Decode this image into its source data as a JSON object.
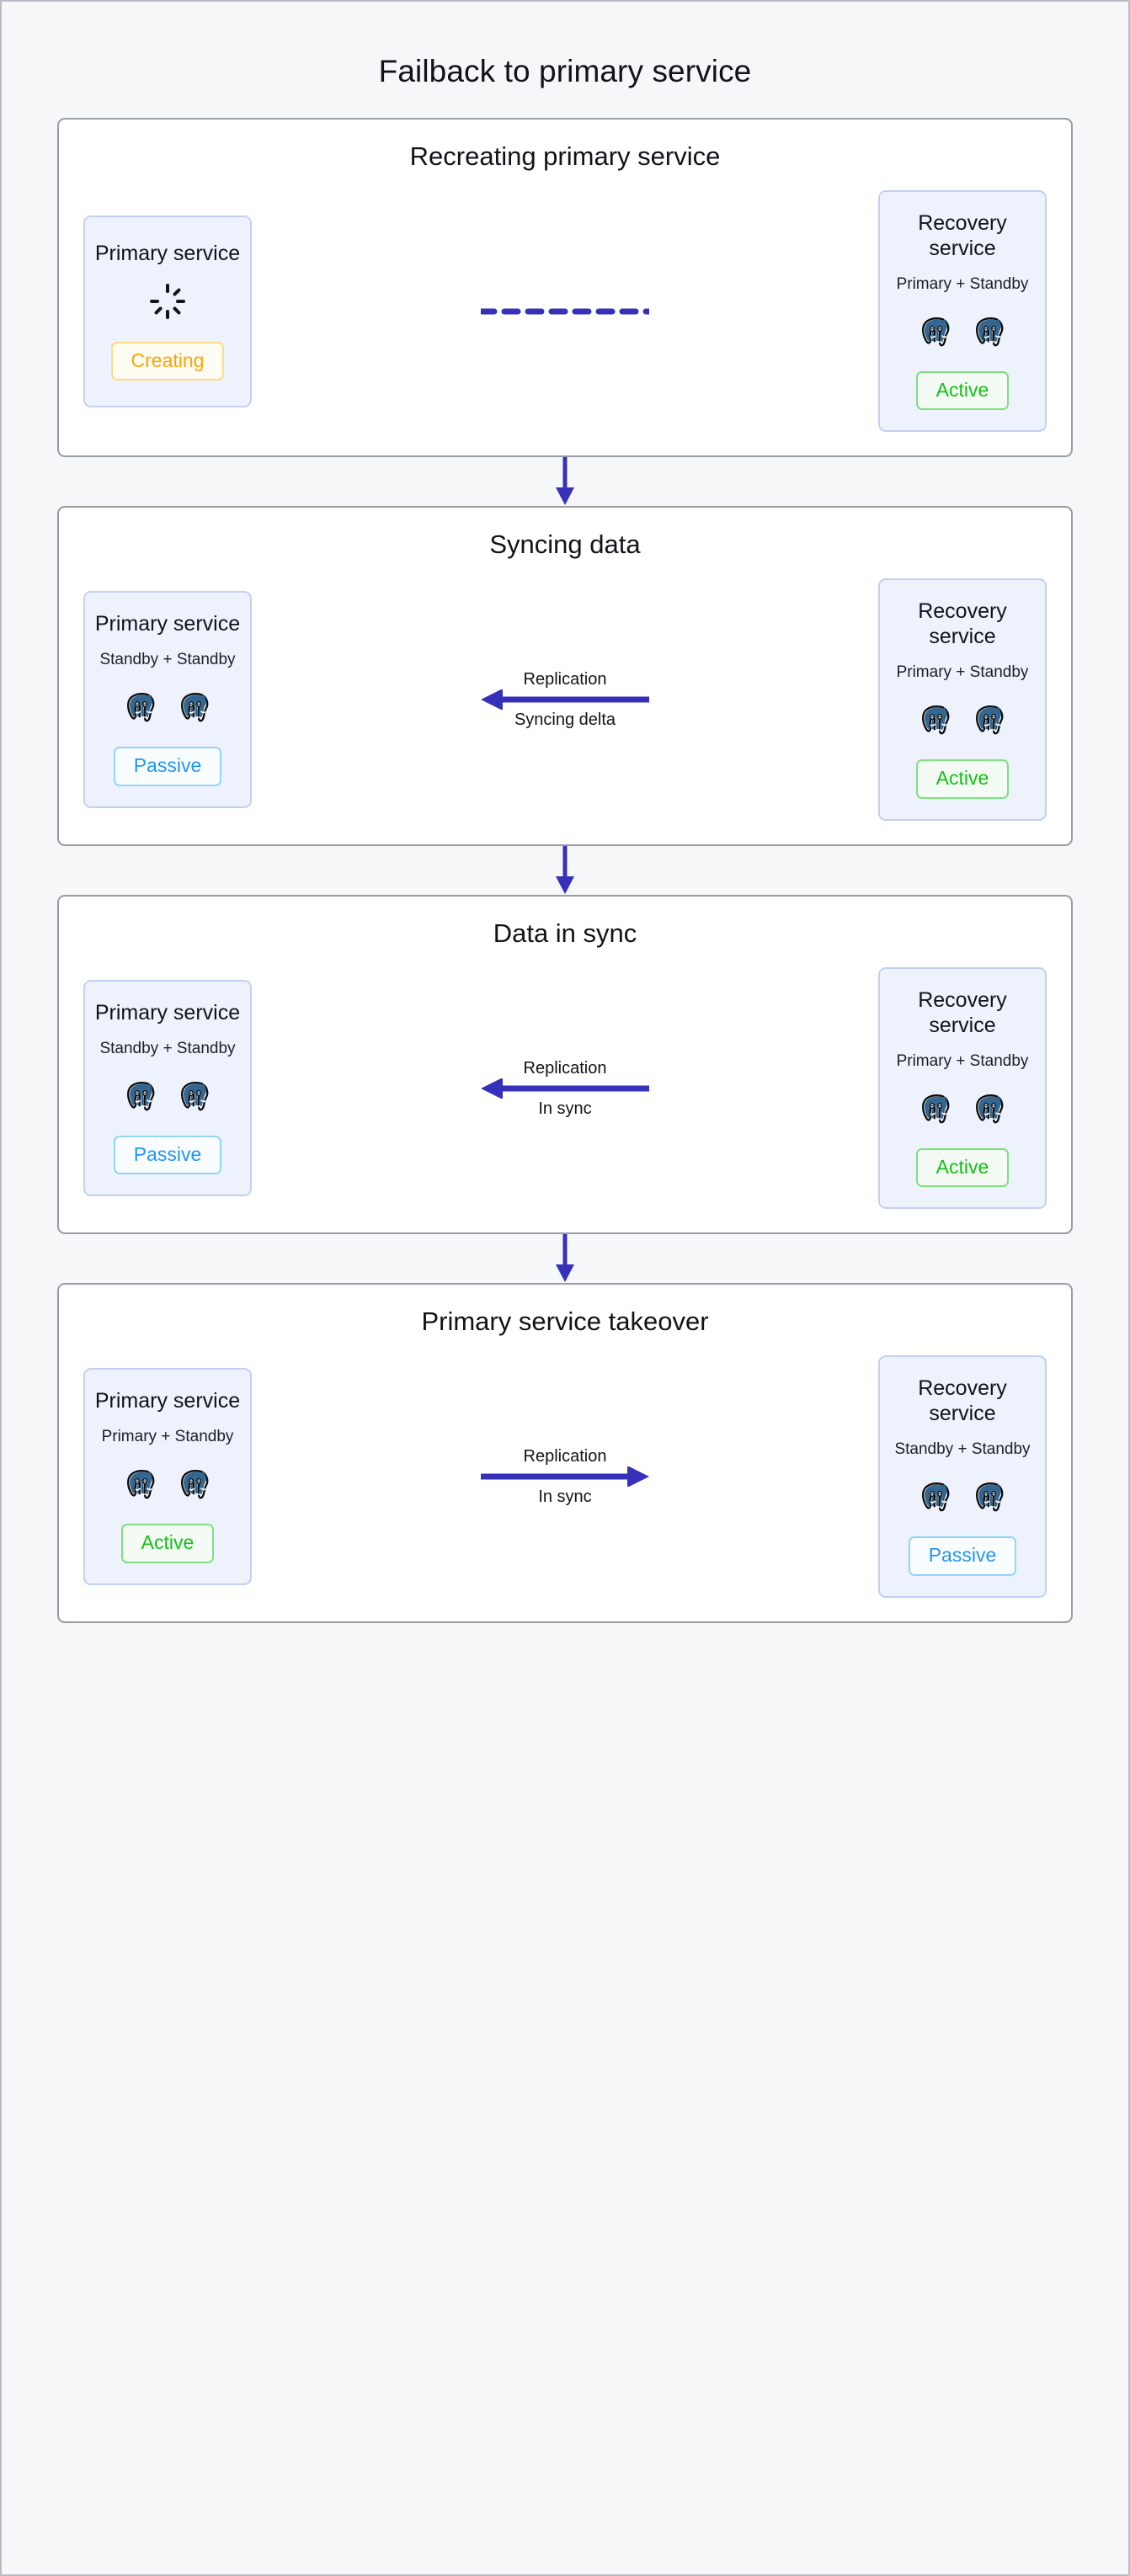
{
  "page": {
    "title": "Failback to primary service",
    "accent_arrow_color": "#3730b8",
    "active_color": "#13c016",
    "passive_color": "#2196f3",
    "creating_color": "#ffa303",
    "card_bg": "#eef2fd",
    "card_border": "#c3d0f3",
    "stage_border": "#9a9ba3",
    "background": "#f6f7f9"
  },
  "stages": [
    {
      "title": "Recreating primary service",
      "left": {
        "title": "Primary service",
        "subtitle": "",
        "nodes": 0,
        "spinner": true,
        "badge": "Creating",
        "badge_state": "creating"
      },
      "connector": {
        "style": "dashed",
        "direction": "none",
        "label_top": "",
        "label_bottom": ""
      },
      "right": {
        "title": "Recovery service",
        "subtitle": "Primary + Standby",
        "nodes": 2,
        "spinner": false,
        "badge": "Active",
        "badge_state": "active"
      }
    },
    {
      "title": "Syncing data",
      "left": {
        "title": "Primary service",
        "subtitle": "Standby + Standby",
        "nodes": 2,
        "spinner": false,
        "badge": "Passive",
        "badge_state": "passive"
      },
      "connector": {
        "style": "solid",
        "direction": "left",
        "label_top": "Replication",
        "label_bottom": "Syncing delta"
      },
      "right": {
        "title": "Recovery service",
        "subtitle": "Primary + Standby",
        "nodes": 2,
        "spinner": false,
        "badge": "Active",
        "badge_state": "active"
      }
    },
    {
      "title": "Data in sync",
      "left": {
        "title": "Primary service",
        "subtitle": "Standby + Standby",
        "nodes": 2,
        "spinner": false,
        "badge": "Passive",
        "badge_state": "passive"
      },
      "connector": {
        "style": "solid",
        "direction": "left",
        "label_top": "Replication",
        "label_bottom": "In sync"
      },
      "right": {
        "title": "Recovery service",
        "subtitle": "Primary + Standby",
        "nodes": 2,
        "spinner": false,
        "badge": "Active",
        "badge_state": "active"
      }
    },
    {
      "title": "Primary service takeover",
      "left": {
        "title": "Primary service",
        "subtitle": "Primary + Standby",
        "nodes": 2,
        "spinner": false,
        "badge": "Active",
        "badge_state": "active"
      },
      "connector": {
        "style": "solid",
        "direction": "right",
        "label_top": "Replication",
        "label_bottom": "In sync"
      },
      "right": {
        "title": "Recovery service",
        "subtitle": "Standby + Standby",
        "nodes": 2,
        "spinner": false,
        "badge": "Passive",
        "badge_state": "passive"
      }
    }
  ],
  "icons": {
    "node": "postgresql-elephant-icon",
    "spinner": "loading-spinner-icon",
    "step_arrow": "down-arrow-icon"
  }
}
